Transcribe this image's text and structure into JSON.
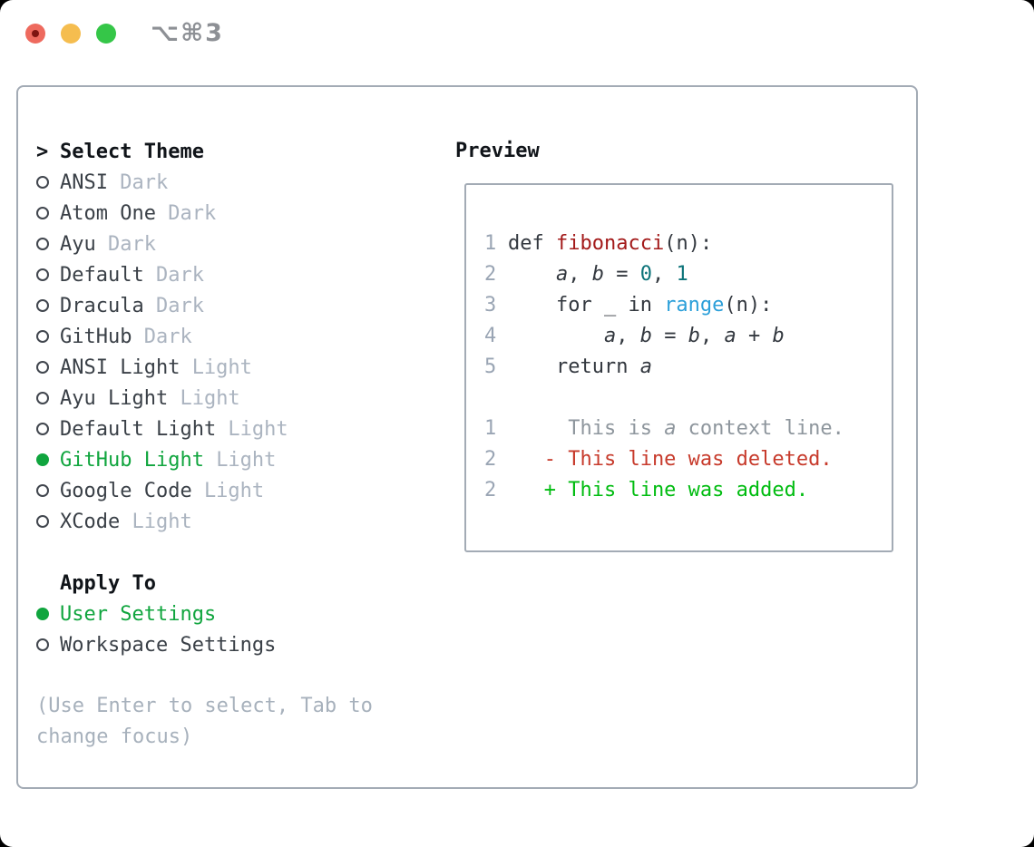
{
  "window": {
    "title": "⌥⌘3",
    "traffic_lights": [
      "close-button",
      "minimize-button",
      "zoom-button"
    ]
  },
  "colors": {
    "accent_green": "#10a53e",
    "traffic_red": "#ee6a5e",
    "traffic_yellow": "#f5bd4f",
    "traffic_green": "#35c648",
    "function_red": "#a31a1a",
    "number_teal": "#0c7379",
    "builtin_blue": "#2b9fd9",
    "diff_del": "#c73a2b",
    "diff_add": "#00bc10",
    "border_gray": "#a3abb5"
  },
  "theme_list": {
    "header": {
      "prompt": ">",
      "label": "Select Theme"
    },
    "items": [
      {
        "name": "ANSI",
        "tag": "Dark",
        "selected": false
      },
      {
        "name": "Atom One",
        "tag": "Dark",
        "selected": false
      },
      {
        "name": "Ayu",
        "tag": "Dark",
        "selected": false
      },
      {
        "name": "Default",
        "tag": "Dark",
        "selected": false
      },
      {
        "name": "Dracula",
        "tag": "Dark",
        "selected": false
      },
      {
        "name": "GitHub",
        "tag": "Dark",
        "selected": false
      },
      {
        "name": "ANSI Light",
        "tag": "Light",
        "selected": false
      },
      {
        "name": "Ayu Light",
        "tag": "Light",
        "selected": false
      },
      {
        "name": "Default Light",
        "tag": "Light",
        "selected": false
      },
      {
        "name": "GitHub Light",
        "tag": "Light",
        "selected": true
      },
      {
        "name": "Google Code",
        "tag": "Light",
        "selected": false
      },
      {
        "name": "XCode",
        "tag": "Light",
        "selected": false
      }
    ]
  },
  "apply_to": {
    "header": "Apply To",
    "items": [
      {
        "name": "User Settings",
        "selected": true
      },
      {
        "name": "Workspace Settings",
        "selected": false
      }
    ]
  },
  "hint": {
    "lines": [
      "(Use Enter to select, Tab to",
      "change focus)"
    ]
  },
  "preview": {
    "header": "Preview",
    "lines": [
      {
        "num": "1",
        "tokens": [
          [
            "p",
            "def "
          ],
          [
            "fn",
            "fibonacci"
          ],
          [
            "p",
            "(n):"
          ]
        ]
      },
      {
        "num": "2",
        "tokens": [
          [
            "p",
            "    "
          ],
          [
            "v",
            "a"
          ],
          [
            "p",
            ", "
          ],
          [
            "v",
            "b"
          ],
          [
            "p",
            " = "
          ],
          [
            "num",
            "0"
          ],
          [
            "p",
            ", "
          ],
          [
            "num",
            "1"
          ]
        ]
      },
      {
        "num": "3",
        "tokens": [
          [
            "p",
            "    for _ in "
          ],
          [
            "bi",
            "range"
          ],
          [
            "p",
            "(n):"
          ]
        ]
      },
      {
        "num": "4",
        "tokens": [
          [
            "p",
            "        "
          ],
          [
            "v",
            "a"
          ],
          [
            "p",
            ", "
          ],
          [
            "v",
            "b"
          ],
          [
            "p",
            " = "
          ],
          [
            "v",
            "b"
          ],
          [
            "p",
            ", "
          ],
          [
            "v",
            "a"
          ],
          [
            "p",
            " + "
          ],
          [
            "v",
            "b"
          ]
        ]
      },
      {
        "num": "5",
        "tokens": [
          [
            "p",
            "    return "
          ],
          [
            "v",
            "a"
          ]
        ]
      },
      {
        "num": "",
        "tokens": []
      },
      {
        "num": "1",
        "tokens": [
          [
            "ctx",
            "     This is "
          ],
          [
            "ctxv",
            "a"
          ],
          [
            "ctx",
            " context line."
          ]
        ]
      },
      {
        "num": "2",
        "tokens": [
          [
            "del",
            "   - This line was deleted."
          ]
        ]
      },
      {
        "num": "2",
        "tokens": [
          [
            "add",
            "   + This line was added."
          ]
        ]
      }
    ]
  }
}
